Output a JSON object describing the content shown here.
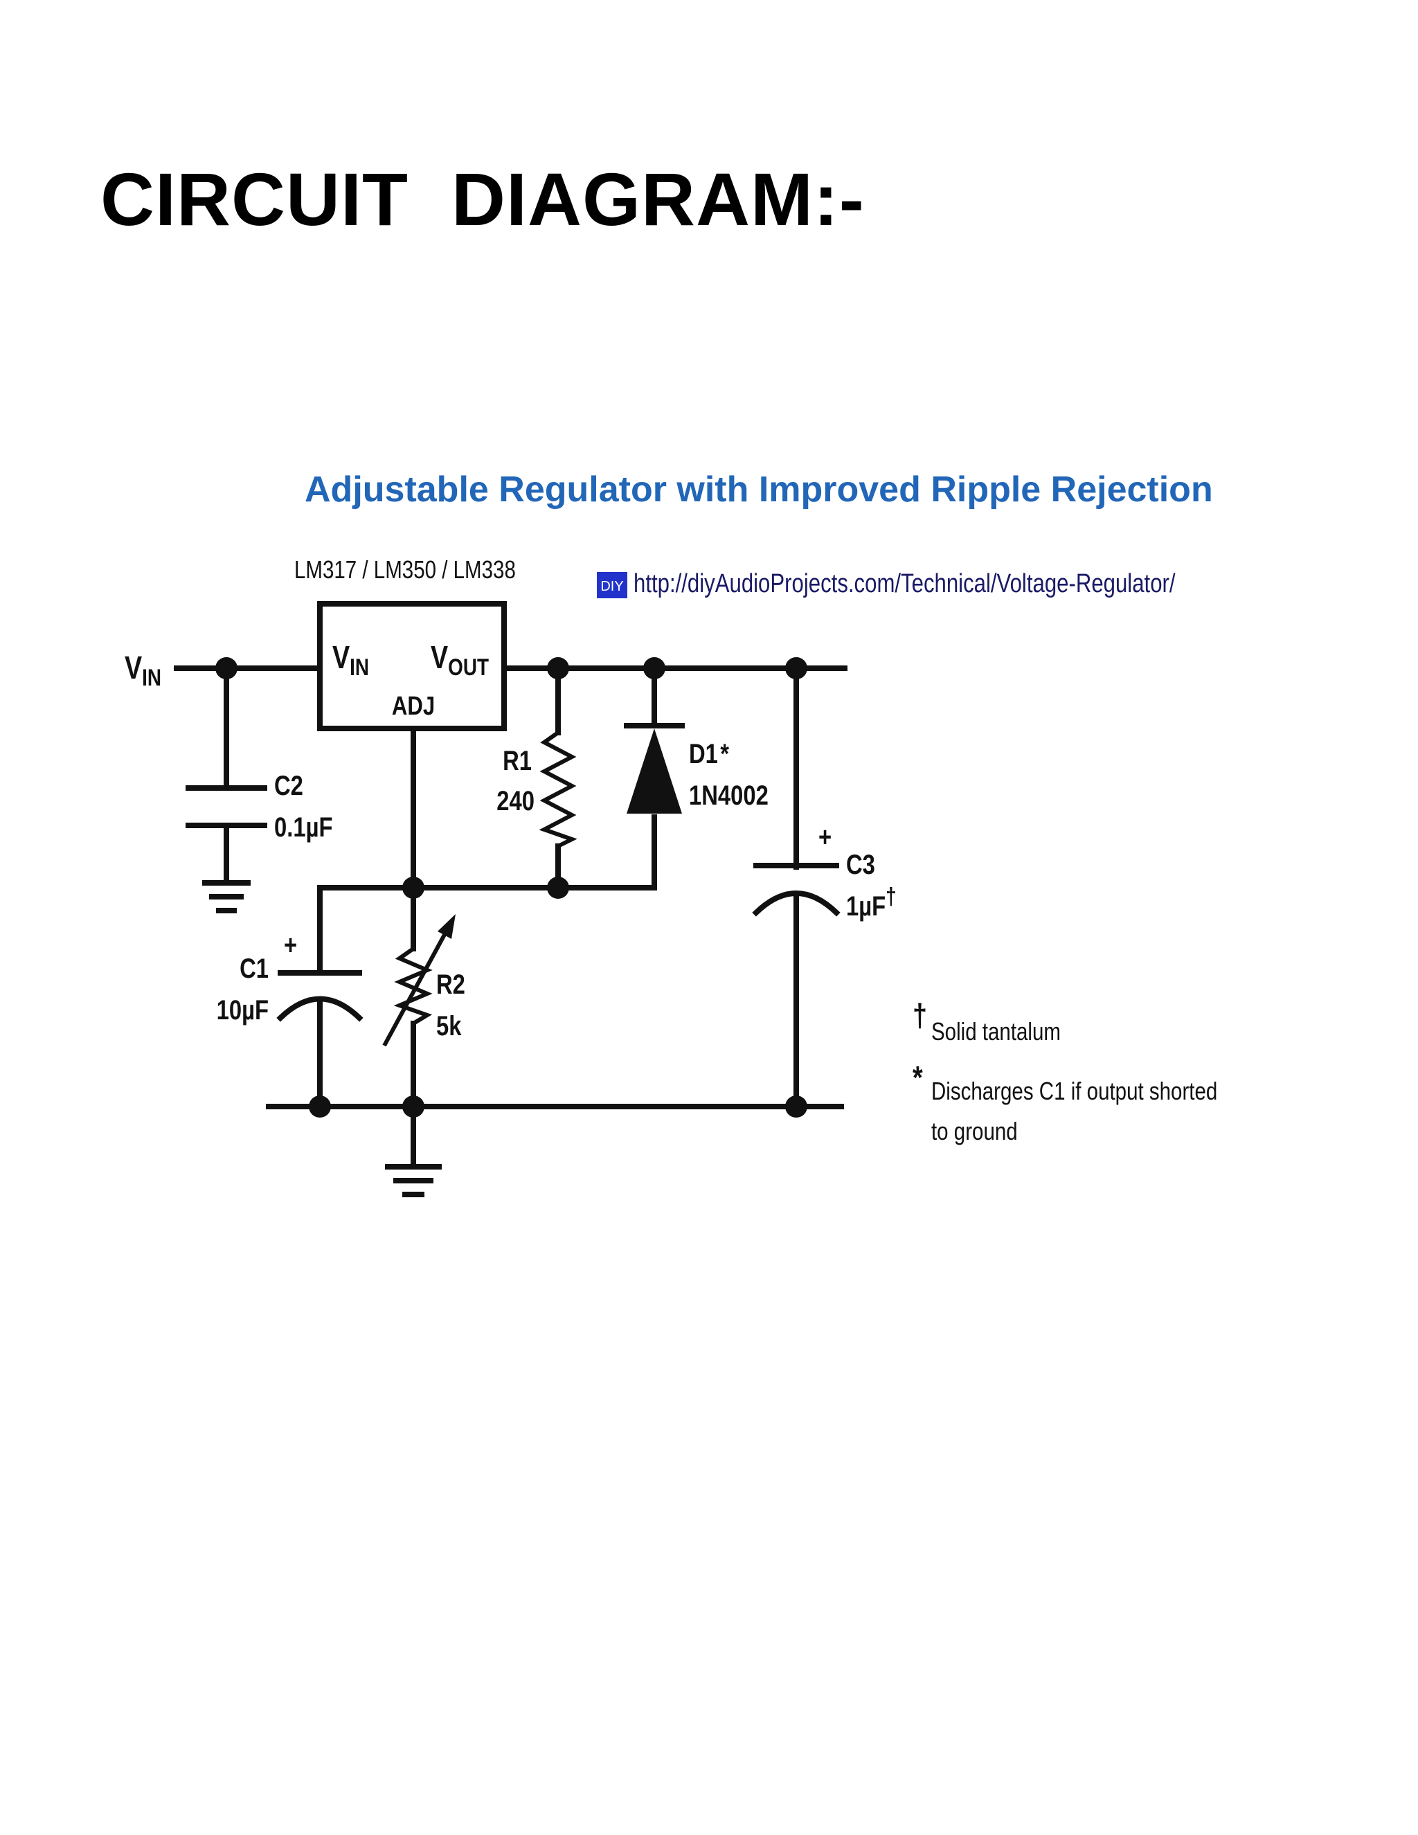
{
  "page": {
    "title": "CIRCUIT  DIAGRAM:-"
  },
  "diagram": {
    "title": "Adjustable Regulator with Improved Ripple Rejection",
    "title_color": "#2266b8",
    "part_number": "LM317 / LM350 / LM338",
    "source_badge": "DIY",
    "source_badge_color": "#2233cc",
    "source_url": "http://diyAudioProjects.com/Technical/Voltage-Regulator/",
    "input_label": {
      "main": "V",
      "sub": "IN"
    },
    "regulator": {
      "vin_pin": {
        "main": "V",
        "sub": "IN"
      },
      "vout_pin": {
        "main": "V",
        "sub": "OUT"
      },
      "adj_pin": "ADJ"
    },
    "components": {
      "c1": {
        "name": "C1",
        "value": "10µF",
        "polarity": "+"
      },
      "c2": {
        "name": "C2",
        "value": "0.1µF"
      },
      "c3": {
        "name": "C3",
        "value": "1µF",
        "mark": "†",
        "polarity": "+"
      },
      "r1": {
        "name": "R1",
        "value": "240"
      },
      "r2": {
        "name": "R2",
        "value": "5k"
      },
      "d1": {
        "name": "D1",
        "mark": "*",
        "part": "1N4002"
      }
    },
    "notes": [
      {
        "symbol": "†",
        "lines": [
          "Solid tantalum"
        ]
      },
      {
        "symbol": "*",
        "lines": [
          "Discharges C1 if output shorted",
          "to ground"
        ]
      }
    ]
  }
}
